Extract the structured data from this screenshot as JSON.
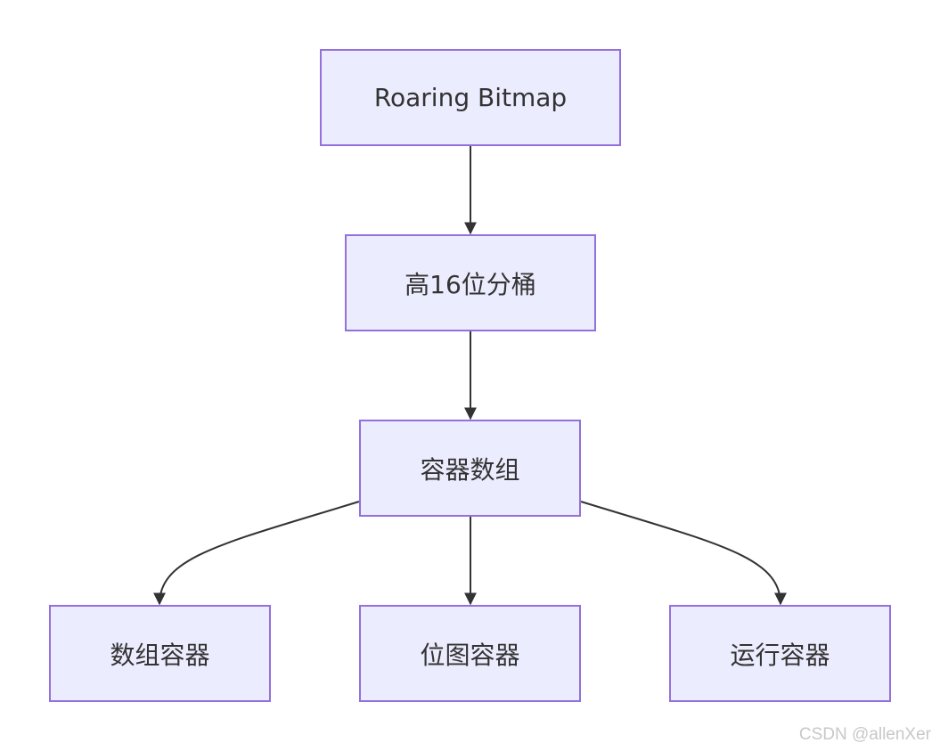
{
  "diagram": {
    "nodes": {
      "root": "Roaring Bitmap",
      "bucket": "高16位分桶",
      "container_array": "容器数组",
      "array_container": "数组容器",
      "bitmap_container": "位图容器",
      "run_container": "运行容器"
    },
    "edges": [
      {
        "from": "root",
        "to": "bucket"
      },
      {
        "from": "bucket",
        "to": "container_array"
      },
      {
        "from": "container_array",
        "to": "array_container"
      },
      {
        "from": "container_array",
        "to": "bitmap_container"
      },
      {
        "from": "container_array",
        "to": "run_container"
      }
    ],
    "colors": {
      "node_fill": "#ECECFF",
      "node_border": "#9370DB",
      "edge": "#333333",
      "text": "#333333"
    }
  },
  "watermark": "CSDN @allenXer"
}
